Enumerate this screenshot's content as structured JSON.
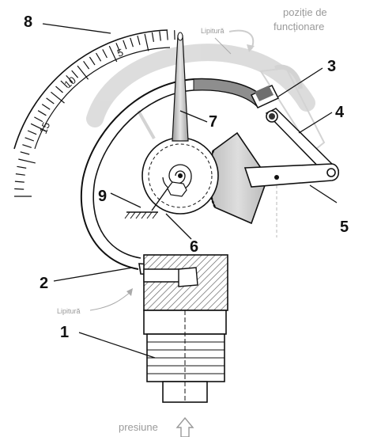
{
  "labels": {
    "n1": "1",
    "n2": "2",
    "n3": "3",
    "n4": "4",
    "n5": "5",
    "n6": "6",
    "n7": "7",
    "n8": "8",
    "n9": "9"
  },
  "annotations": {
    "solder_top": "Lipitură",
    "solder_bottom": "Lipitură",
    "operating_position_line1": "poziție de",
    "operating_position_line2": "funcționare",
    "pressure": "presiune"
  },
  "scale": {
    "tick_labels": [
      "5",
      "10",
      "15"
    ]
  },
  "colors": {
    "line": "#111111",
    "tube_gray": "#8e8e8e",
    "ghost_gray": "#d6d6d6",
    "hatch": "#555555",
    "pale": "#c8c8c8"
  }
}
